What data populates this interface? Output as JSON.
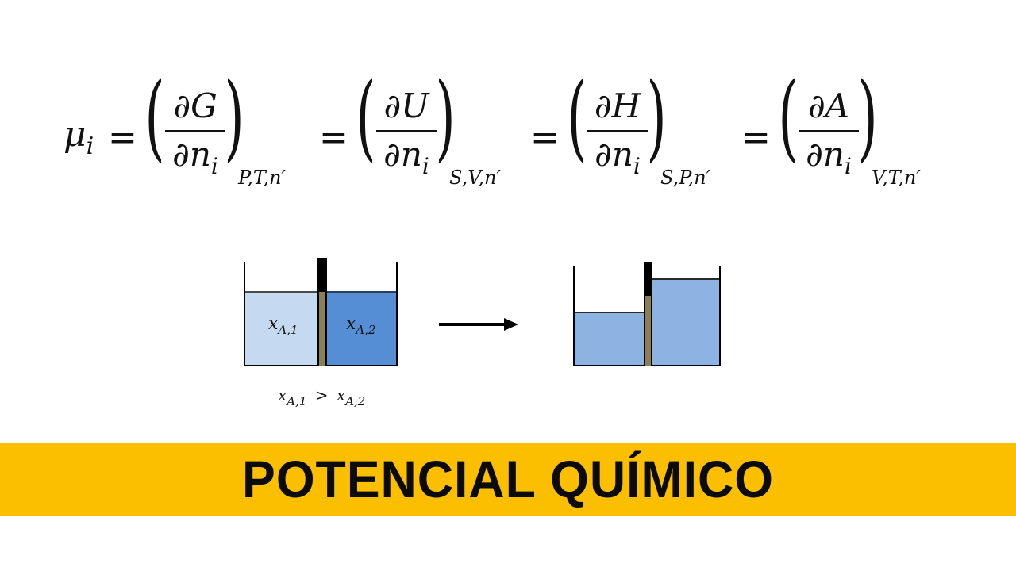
{
  "equation": {
    "lhs": "μ",
    "lhs_sub": "i",
    "equals": "=",
    "paren_open": "(",
    "paren_close": ")",
    "terms": [
      {
        "numerator": "∂G",
        "denominator": "∂n",
        "den_sub": "i",
        "subscript": "P,T,n′"
      },
      {
        "numerator": "∂U",
        "denominator": "∂n",
        "den_sub": "i",
        "subscript": "S,V,n′"
      },
      {
        "numerator": "∂H",
        "denominator": "∂n",
        "den_sub": "i",
        "subscript": "S,P,n′"
      },
      {
        "numerator": "∂A",
        "denominator": "∂n",
        "den_sub": "i",
        "subscript": "V,T,n′"
      }
    ]
  },
  "diagram": {
    "before": {
      "left_label": "x",
      "left_label_sub": "A,1",
      "right_label": "x",
      "right_label_sub": "A,2",
      "left_color": "#c5d9f1",
      "right_color": "#558ed5"
    },
    "condition": {
      "a": "x",
      "a_sub": "A,1",
      "op": ">",
      "b": "x",
      "b_sub": "A,2"
    },
    "arrow": "right-arrow",
    "after": {
      "left_color": "#8db3e2",
      "right_color": "#8db3e2"
    },
    "membrane_color": "#8b7f55"
  },
  "banner": {
    "title": "POTENCIAL QUÍMICO",
    "color": "#fbbf00"
  }
}
